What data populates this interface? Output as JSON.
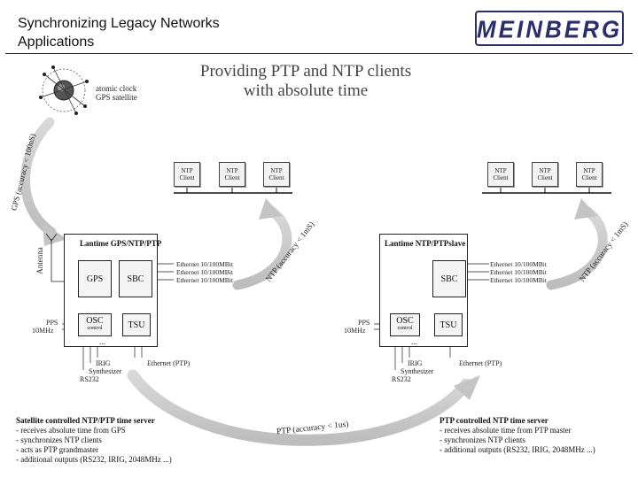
{
  "header": {
    "title_line1": "Synchronizing Legacy Networks",
    "title_line2": "Applications",
    "logo_text": "MEINBERG"
  },
  "diagram": {
    "title_line1": "Providing PTP and NTP clients",
    "title_line2": "with absolute time",
    "satellite": {
      "label_line1": "atomic clock",
      "label_line2": "GPS satellite"
    },
    "gps_arrow_label": "GPS (accuracy < 100nS)",
    "left_clients": [
      "NTP Client",
      "NTP Client",
      "NTP Client"
    ],
    "right_clients": [
      "NTP Client",
      "NTP Client",
      "NTP Client"
    ],
    "left_ntp_arrow_label": "NTP (accuracy < 1mS)",
    "right_ntp_arrow_label": "NTP (accuracy < 1mS)",
    "ptp_arrow_label": "PTP (accuracy < 1us)",
    "left_device": {
      "title": "Lantime GPS/NTP/PTP",
      "antenna_label": "Antenna",
      "modules": {
        "gps": "GPS",
        "sbc": "SBC",
        "osc": "OSC",
        "osc_sub": "control",
        "tsu": "TSU",
        "ellipsis": "..."
      },
      "ethernet": [
        "Ethernet 10/100MBit",
        "Ethernet 10/100MBit",
        "Ethernet 10/100MBit"
      ],
      "pps_label": "PPS",
      "mhz_label": "10MHz",
      "irig_label": "IRIG",
      "synth_label": "Synthesizer",
      "rs232_label": "RS232",
      "eth_ptp_label": "Ethernet (PTP)"
    },
    "right_device": {
      "title": "Lantime NTP/PTPslave",
      "modules": {
        "sbc": "SBC",
        "osc": "OSC",
        "osc_sub": "control",
        "tsu": "TSU",
        "ellipsis": "..."
      },
      "ethernet": [
        "Ethernet 10/100MBit",
        "Ethernet 10/100MBit",
        "Ethernet 10/100MBit"
      ],
      "pps_label": "PPS",
      "mhz_label": "10MHz",
      "irig_label": "IRIG",
      "synth_label": "Synthesizer",
      "rs232_label": "RS232",
      "eth_ptp_label": "Ethernet (PTP)"
    },
    "left_features": {
      "title": "Satellite controlled NTP/PTP time server",
      "items": [
        "- receives absolute time from GPS",
        "- synchronizes NTP clients",
        "- acts as PTP grandmaster",
        "- additional outputs (RS232, IRIG, 2048MHz ...)"
      ]
    },
    "right_features": {
      "title": "PTP controlled NTP time server",
      "items": [
        "- receives absolute time from PTP master",
        "- synchronizes NTP clients",
        "- additional outputs (RS232, IRIG, 2048MHz ...)"
      ]
    }
  }
}
